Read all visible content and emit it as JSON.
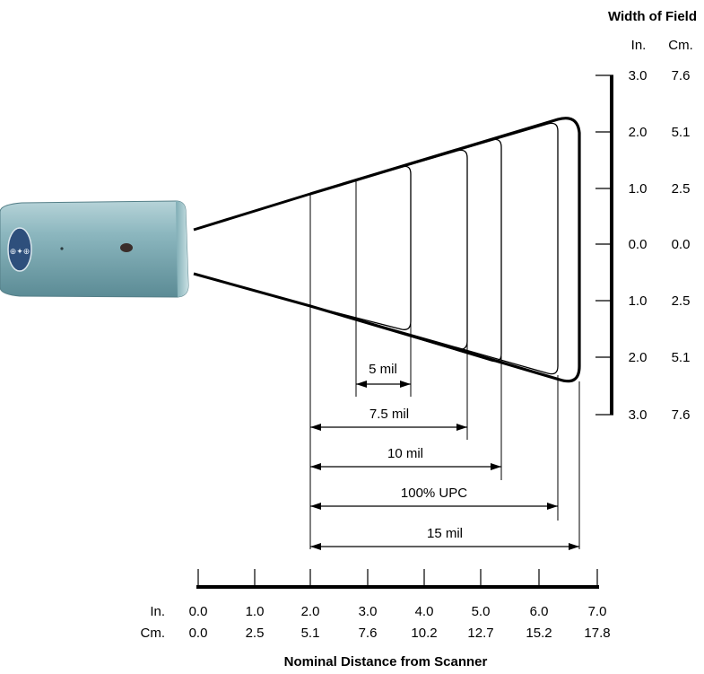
{
  "right_axis": {
    "title": "Width of Field",
    "unit_in": "In.",
    "unit_cm": "Cm.",
    "ticks": [
      {
        "in": "3.0",
        "cm": "7.6"
      },
      {
        "in": "2.0",
        "cm": "5.1"
      },
      {
        "in": "1.0",
        "cm": "2.5"
      },
      {
        "in": "0.0",
        "cm": "0.0"
      },
      {
        "in": "1.0",
        "cm": "2.5"
      },
      {
        "in": "2.0",
        "cm": "5.1"
      },
      {
        "in": "3.0",
        "cm": "7.6"
      }
    ]
  },
  "bottom_axis": {
    "title": "Nominal Distance from Scanner",
    "unit_in": "In.",
    "unit_cm": "Cm.",
    "ticks": [
      {
        "in": "0.0",
        "cm": "0.0"
      },
      {
        "in": "1.0",
        "cm": "2.5"
      },
      {
        "in": "2.0",
        "cm": "5.1"
      },
      {
        "in": "3.0",
        "cm": "7.6"
      },
      {
        "in": "4.0",
        "cm": "10.2"
      },
      {
        "in": "5.0",
        "cm": "12.7"
      },
      {
        "in": "6.0",
        "cm": "15.2"
      },
      {
        "in": "7.0",
        "cm": "17.8"
      }
    ]
  },
  "ranges": [
    {
      "label": "5 mil",
      "near_in": 2.8,
      "far_in": 3.7
    },
    {
      "label": "7.5 mil",
      "near_in": 2.0,
      "far_in": 4.7
    },
    {
      "label": "10 mil",
      "near_in": 2.0,
      "far_in": 5.2
    },
    {
      "label": "100% UPC",
      "near_in": 2.0,
      "far_in": 6.2
    },
    {
      "label": "15 mil",
      "near_in": 2.0,
      "far_in": 6.7
    }
  ],
  "colors": {
    "scanner_body": "#6f9ea7",
    "scanner_highlight": "#b6d3d8",
    "scanner_badge": "#2e4f7c",
    "ink": "#000000"
  }
}
